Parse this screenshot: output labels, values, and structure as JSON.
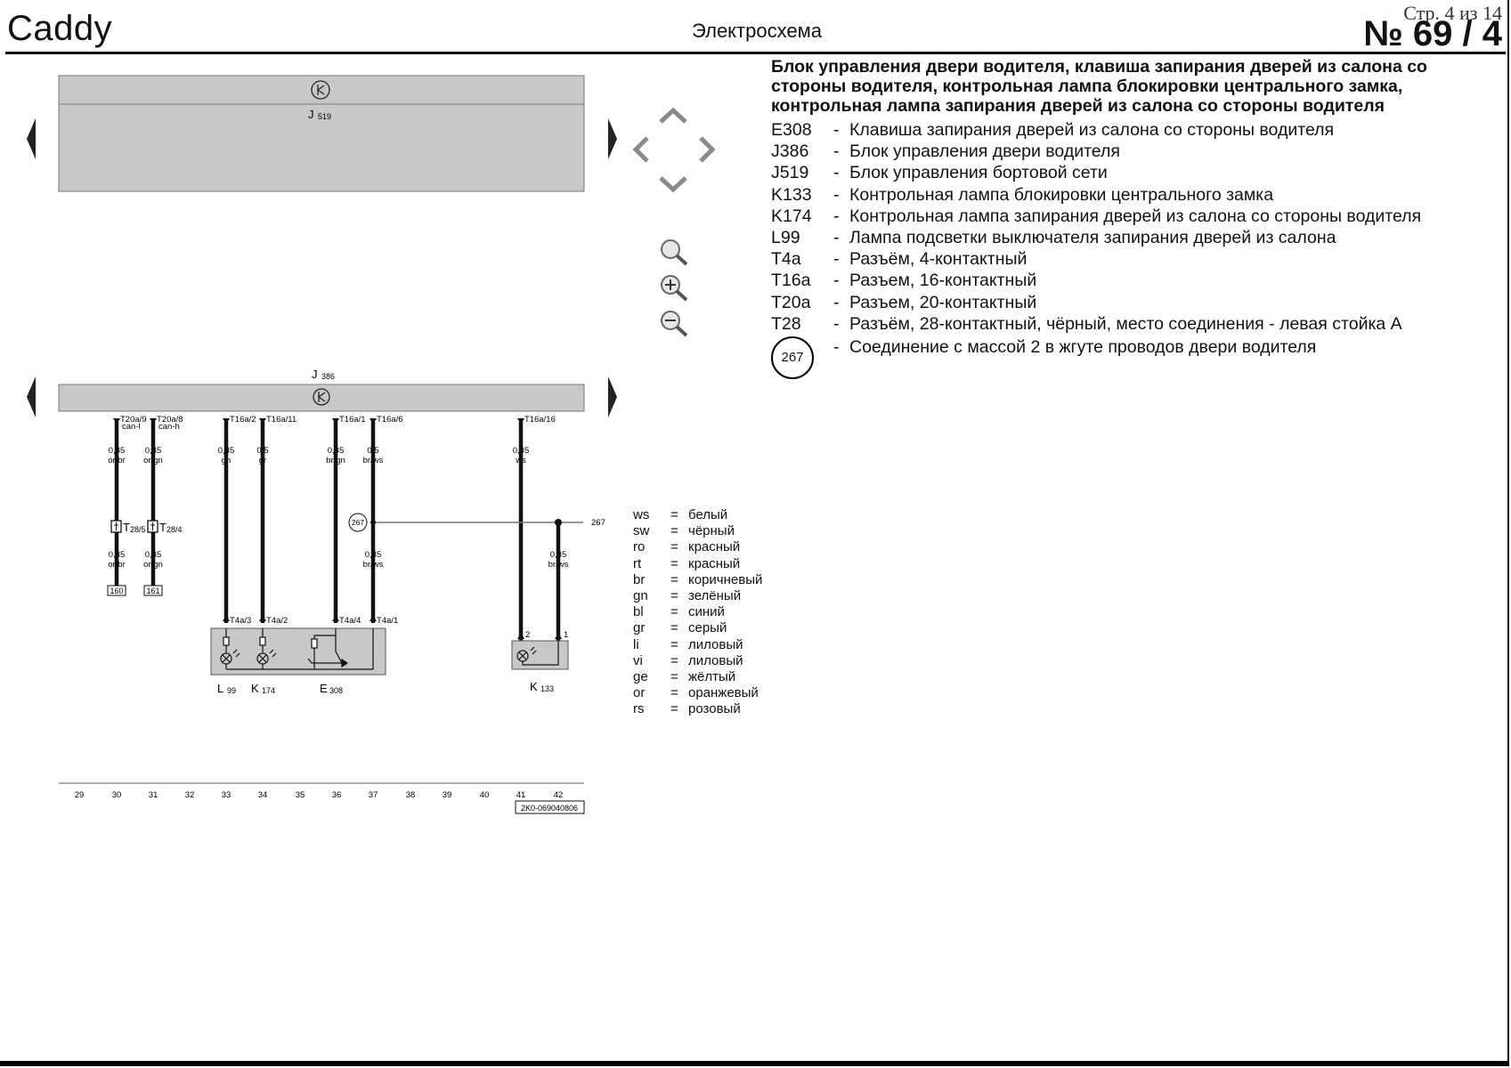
{
  "header": {
    "model": "Caddy",
    "doc_type": "Электросхема",
    "page_info": "Стр. 4 из 14",
    "number": "№ 69 / 4"
  },
  "diagram": {
    "j519_label": "J",
    "j519_sub": "519",
    "j386_label": "J",
    "j386_sub": "386",
    "wires": [
      {
        "pin": "T20a/9",
        "extra": "can-l",
        "size": "0,35",
        "color": "or/br",
        "conn": "T28/5",
        "size2": "0,35",
        "color2": "or/br",
        "ref": "160"
      },
      {
        "pin": "T20a/8",
        "extra": "can-h",
        "size": "0,35",
        "color": "or/gn",
        "conn": "T28/4",
        "size2": "0,35",
        "color2": "or/gn",
        "ref": "161"
      },
      {
        "pin": "T16a/2",
        "size": "0,35",
        "color": "gn",
        "end_pin": "T4a/3"
      },
      {
        "pin": "T16a/11",
        "size": "0,5",
        "color": "gr",
        "end_pin": "T4a/2"
      },
      {
        "pin": "T16a/1",
        "size": "0,35",
        "color": "br/gn",
        "end_pin": "T4a/4"
      },
      {
        "pin": "T16a/6",
        "size": "0,5",
        "color": "br/ws",
        "size2": "0,35",
        "color2": "br/ws",
        "end_pin": "T4a/1"
      },
      {
        "pin": "T16a/16",
        "size": "0,35",
        "color": "ws",
        "end_pin": "2"
      },
      {
        "size": "0,35",
        "color": "br/ws",
        "end_pin": "1"
      }
    ],
    "ground_ref": "267",
    "ground_ref_right": "267",
    "comp_l99": "L",
    "comp_l99_sub": "99",
    "comp_k174": "K",
    "comp_k174_sub": "174",
    "comp_e308": "E",
    "comp_e308_sub": "308",
    "comp_k133": "K",
    "comp_k133_sub": "133",
    "conn_t28_5": "T",
    "conn_t28_5_sub": "28/5",
    "conn_t28_4": "T",
    "conn_t28_4_sub": "28/4",
    "tracks": [
      "29",
      "30",
      "31",
      "32",
      "33",
      "34",
      "35",
      "36",
      "37",
      "38",
      "39",
      "40",
      "41",
      "42"
    ],
    "doc_code": "2K0-069040806"
  },
  "legend": {
    "title": "Блок управления двери водителя, клавиша запирания дверей из салона со стороны водителя, контрольная лампа блокировки центрального замка, контрольная лампа запирания дверей из салона со стороны водителя",
    "items": [
      {
        "code": "E308",
        "desc": "Клавиша запирания дверей из салона со стороны водителя"
      },
      {
        "code": "J386",
        "desc": "Блок управления двери водителя"
      },
      {
        "code": "J519",
        "desc": "Блок управления бортовой сети"
      },
      {
        "code": "K133",
        "desc": "Контрольная лампа блокировки центрального замка"
      },
      {
        "code": "K174",
        "desc": "Контрольная лампа запирания дверей из салона со стороны водителя"
      },
      {
        "code": "L99",
        "desc": "Лампа подсветки выключателя запирания дверей из салона"
      },
      {
        "code": "T4a",
        "desc": "Разъём, 4-контактный"
      },
      {
        "code": "T16a",
        "desc": "Разъем, 16-контактный"
      },
      {
        "code": "T20a",
        "desc": "Разъем, 20-контактный"
      },
      {
        "code": "T28",
        "desc": "Разъём, 28-контактный, чёрный, место соединения - левая стойка А"
      }
    ],
    "ground": {
      "code": "267",
      "desc": "Соединение с массой 2 в жгуте проводов двери водителя"
    },
    "dash": "-"
  },
  "wire_colors": [
    {
      "k": "ws",
      "v": "белый"
    },
    {
      "k": "sw",
      "v": "чёрный"
    },
    {
      "k": "ro",
      "v": "красный"
    },
    {
      "k": "rt",
      "v": "красный"
    },
    {
      "k": "br",
      "v": "коричневый"
    },
    {
      "k": "gn",
      "v": "зелёный"
    },
    {
      "k": "bl",
      "v": "синий"
    },
    {
      "k": "gr",
      "v": "серый"
    },
    {
      "k": "li",
      "v": "лиловый"
    },
    {
      "k": "vi",
      "v": "лиловый"
    },
    {
      "k": "ge",
      "v": "жёлтый"
    },
    {
      "k": "or",
      "v": "оранжевый"
    },
    {
      "k": "rs",
      "v": "розовый"
    }
  ],
  "wire_colors_eq": "=",
  "controls": [
    "pan-up-icon",
    "pan-left-icon",
    "pan-right-icon",
    "pan-down-icon",
    "zoom-icon",
    "zoom-in-icon",
    "zoom-out-icon"
  ],
  "accent_colors": {
    "module_fill": "#c8c8c8",
    "wire": "#111111",
    "arrow": "#222222"
  }
}
